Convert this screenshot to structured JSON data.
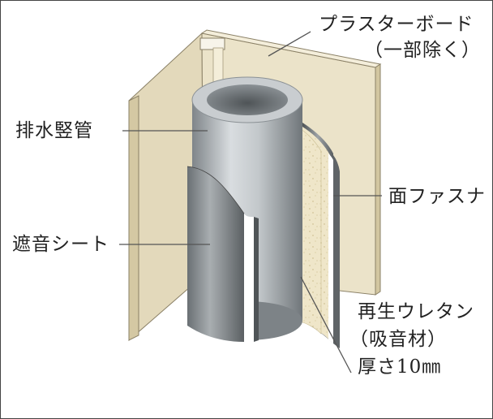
{
  "labels": {
    "plasterboard_line1": "プラスターボード",
    "plasterboard_line2": "（一部除く）",
    "drain_pipe": "排水竪管",
    "face_fastener": "面ファスナ",
    "sound_sheet": "遮音シート",
    "urethane_line1": "再生ウレタン",
    "urethane_line2": "（吸音材）",
    "urethane_line3": "厚さ10㎜"
  },
  "colors": {
    "board": "#ebe3c9",
    "board_dark": "#d7cca9",
    "board_edge": "#8a8066",
    "pipe_light": "#d4d8db",
    "pipe_dark": "#7b8185",
    "sheet_dark": "#5d6265",
    "urethane": "#efe6c9",
    "leader": "#555555"
  }
}
